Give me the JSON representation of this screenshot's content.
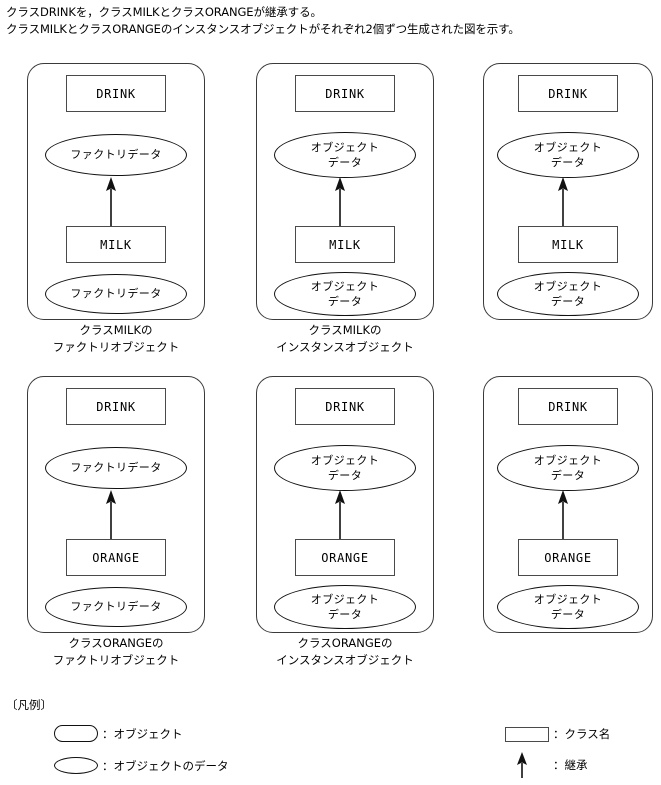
{
  "intro": {
    "line1": "クラスDRINKを，クラスMILKとクラスORANGEが継承する。",
    "line2": "クラスMILKとクラスORANGEのインスタンスオブジェクトがそれぞれ2個ずつ生成された図を示す。"
  },
  "labels": {
    "drink": "DRINK",
    "milk": "MILK",
    "orange": "ORANGE",
    "factory_data": "ファクトリデータ",
    "object_data_l1": "オブジェクト",
    "object_data_l2": "データ"
  },
  "captions": {
    "milk_factory_l1": "クラスMILKの",
    "milk_factory_l2": "ファクトリオブジェクト",
    "milk_instance_l1": "クラスMILKの",
    "milk_instance_l2": "インスタンスオブジェクト",
    "orange_factory_l1": "クラスORANGEの",
    "orange_factory_l2": "ファクトリオブジェクト",
    "orange_instance_l1": "クラスORANGEの",
    "orange_instance_l2": "インスタンスオブジェクト"
  },
  "legend": {
    "title": "〔凡例〕",
    "object": "：オブジェクト",
    "object_data": "：オブジェクトのデータ",
    "class_name": "：クラス名",
    "inheritance": "：継承"
  },
  "colors": {
    "stroke": "#111111",
    "panel_stroke": "#3a3a3a",
    "box_stroke": "#4a4a4a",
    "background": "#ffffff",
    "text": "#000000"
  }
}
